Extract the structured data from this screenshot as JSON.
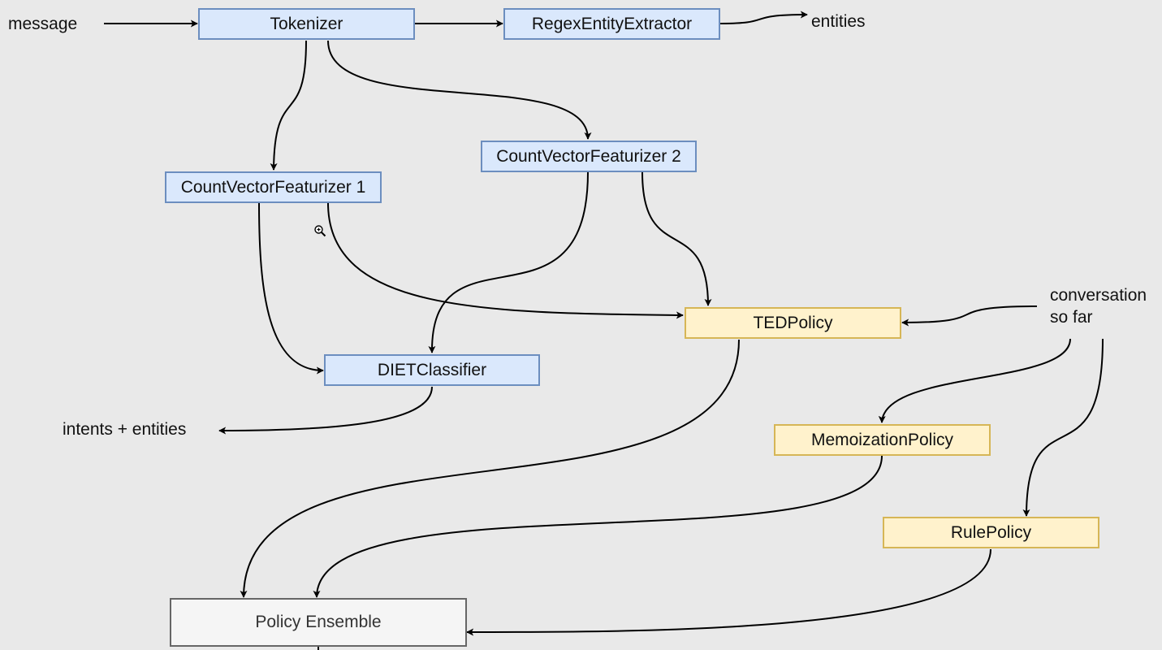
{
  "nodes": {
    "tokenizer": "Tokenizer",
    "regex_extractor": "RegexEntityExtractor",
    "cvf1": "CountVectorFeaturizer 1",
    "cvf2": "CountVectorFeaturizer 2",
    "ted_policy": "TEDPolicy",
    "diet_classifier": "DIETClassifier",
    "memoization_policy": "MemoizationPolicy",
    "rule_policy": "RulePolicy",
    "policy_ensemble": "Policy Ensemble"
  },
  "labels": {
    "message": "message",
    "entities": "entities",
    "conversation_line1": "conversation",
    "conversation_line2": "so far",
    "intents_entities": "intents + entities"
  },
  "colors": {
    "component_fill": "#dae8fc",
    "component_stroke": "#6c8ebf",
    "policy_fill": "#fff2cc",
    "policy_stroke": "#d6b656",
    "ensemble_fill": "#f5f5f5",
    "ensemble_stroke": "#666666",
    "background": "#e9e9e9"
  },
  "cursor_icon": "zoom-in-icon"
}
